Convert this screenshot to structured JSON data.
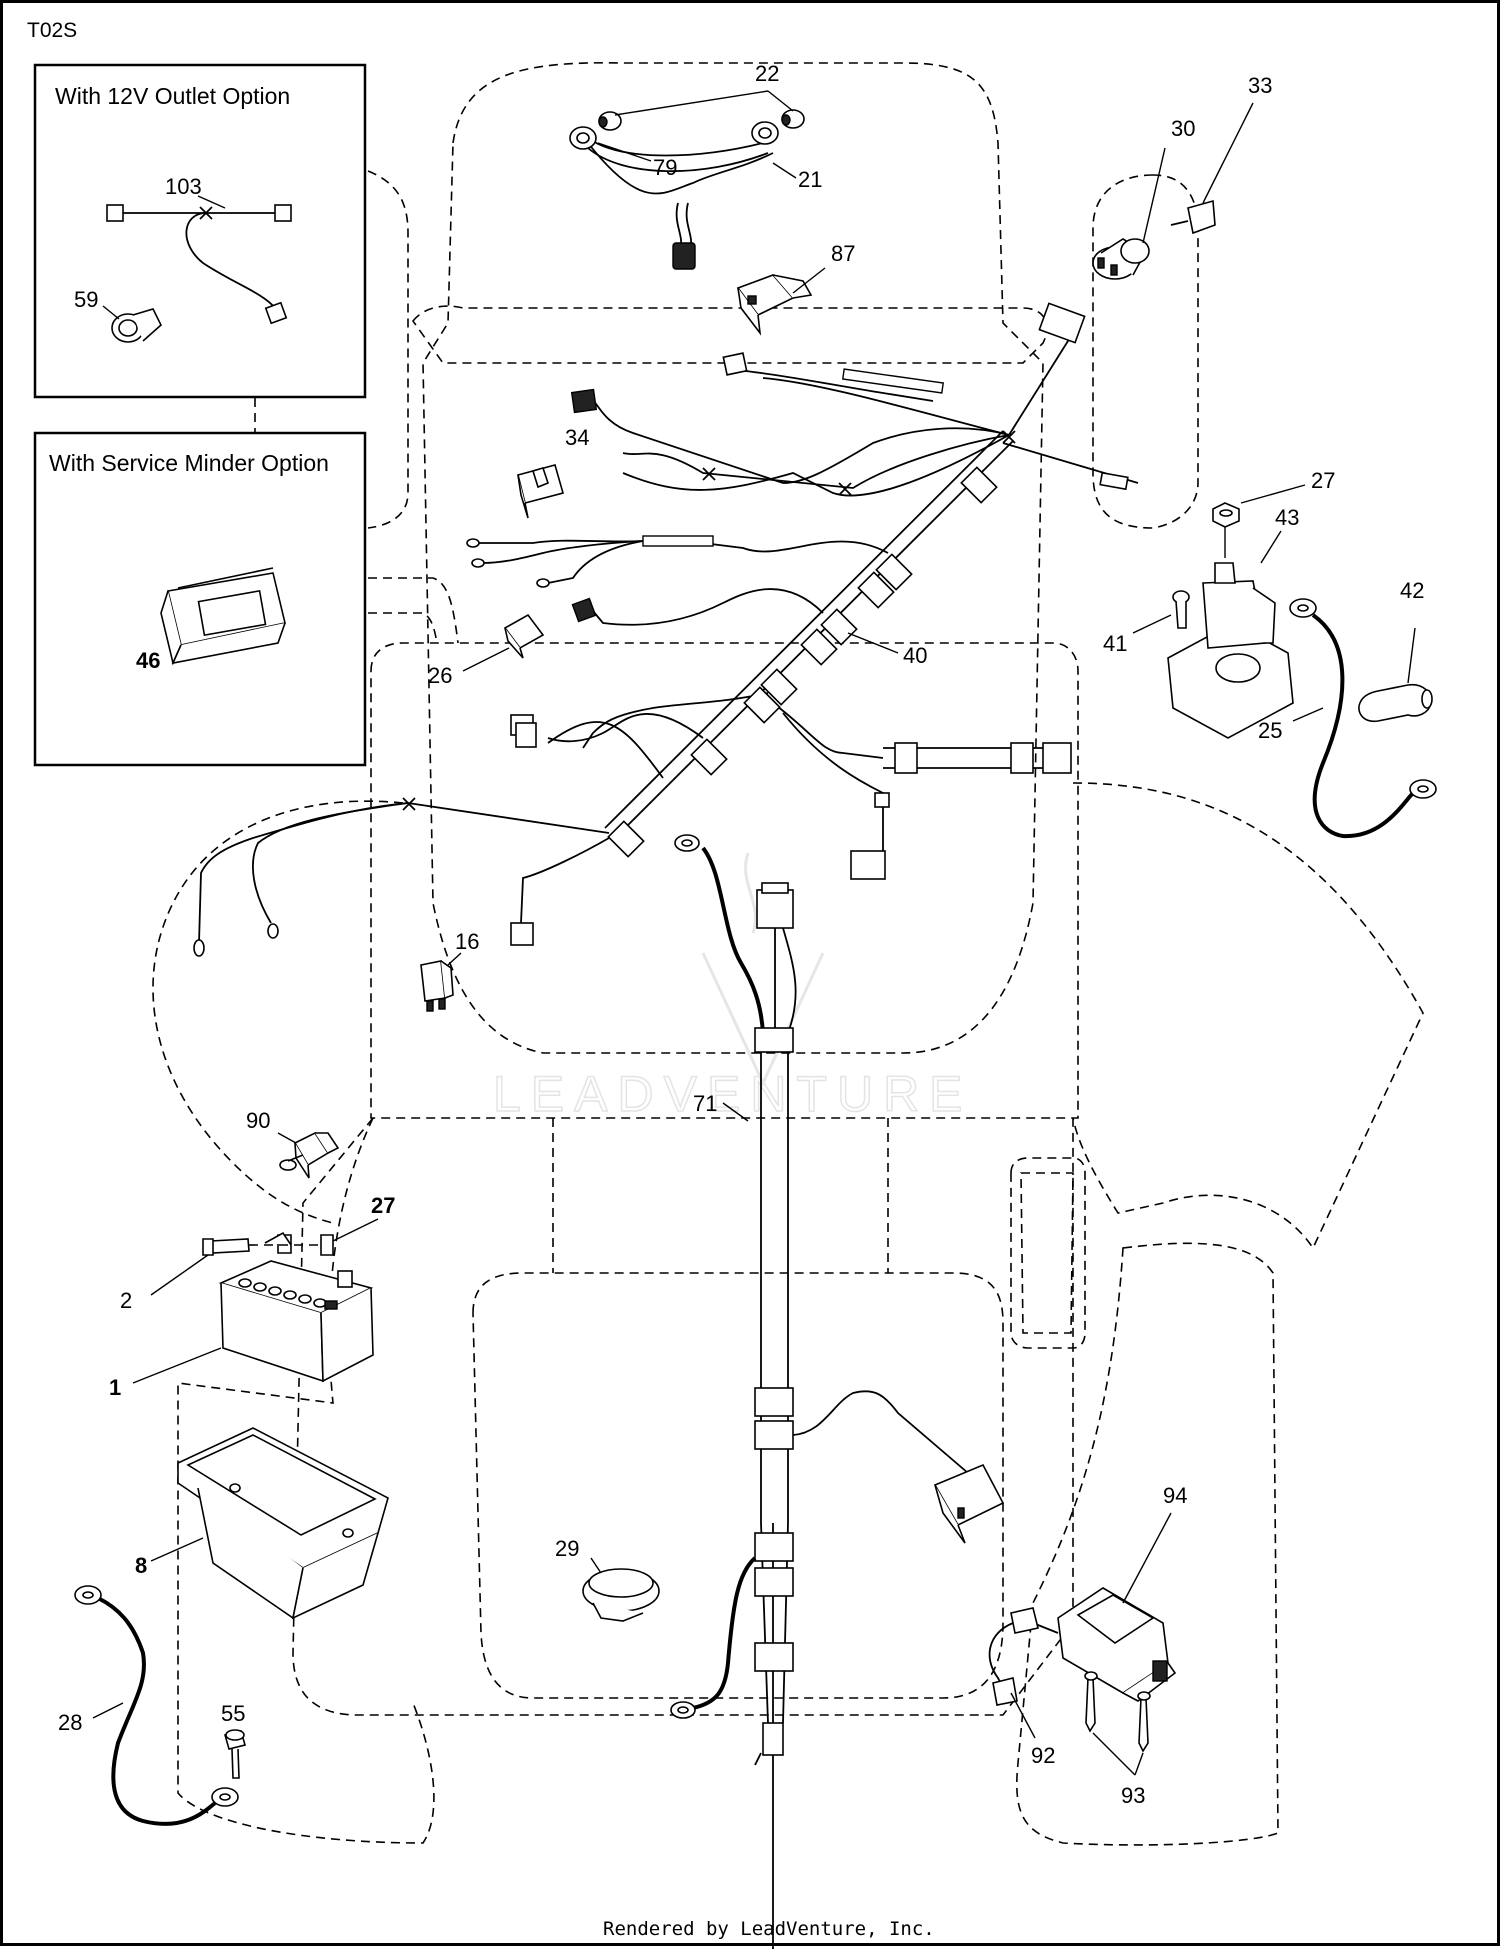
{
  "page_id": "T02S",
  "footer": "Rendered by LeadVenture, Inc.",
  "watermark": "LEADVENTURE",
  "option_boxes": [
    {
      "title": "With 12V Outlet Option"
    },
    {
      "title": "With Service Minder Option"
    }
  ],
  "callouts": {
    "c1": "1",
    "c2": "2",
    "c8": "8",
    "c16": "16",
    "c21": "21",
    "c22": "22",
    "c25": "25",
    "c26": "26",
    "c27a": "27",
    "c27b": "27",
    "c28": "28",
    "c29": "29",
    "c30": "30",
    "c33": "33",
    "c34": "34",
    "c40": "40",
    "c41": "41",
    "c42": "42",
    "c43": "43",
    "c46": "46",
    "c55": "55",
    "c59": "59",
    "c71": "71",
    "c79": "79",
    "c87": "87",
    "c90": "90",
    "c92": "92",
    "c93": "93",
    "c94": "94",
    "c103": "103"
  }
}
